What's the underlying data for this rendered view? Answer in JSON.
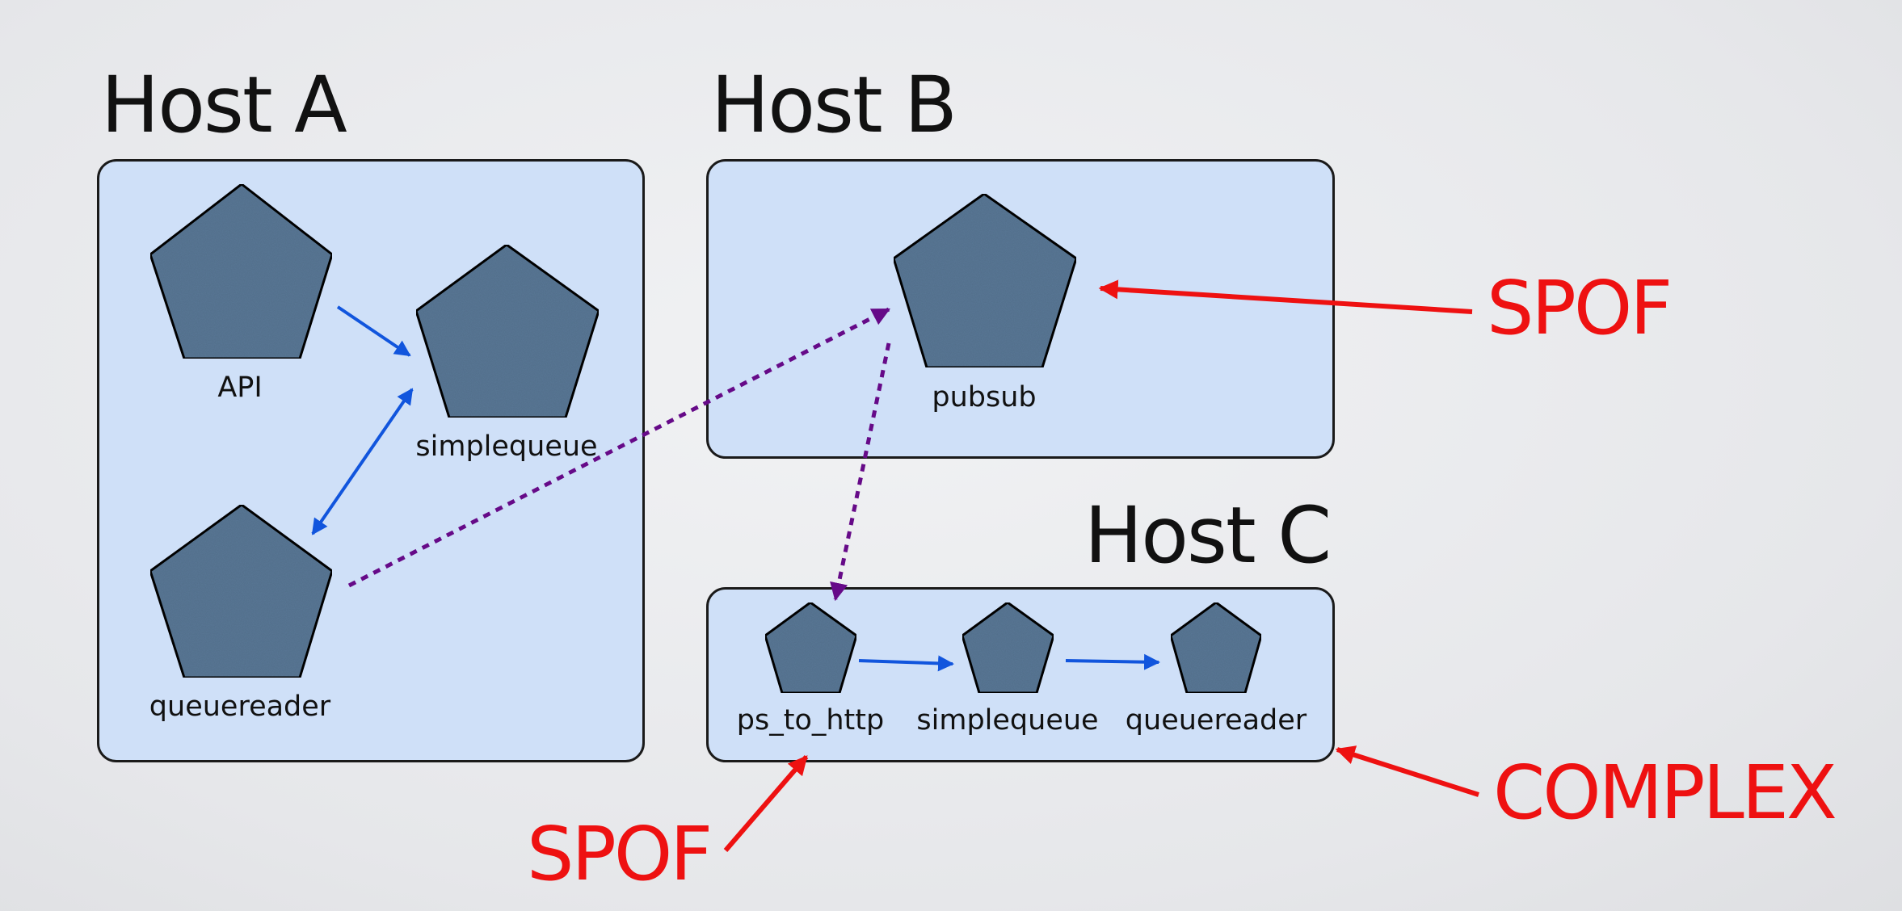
{
  "hosts": {
    "a": {
      "title": "Host A"
    },
    "b": {
      "title": "Host B"
    },
    "c": {
      "title": "Host C"
    }
  },
  "nodes": {
    "api": "API",
    "simplequeue_a": "simplequeue",
    "queuereader_a": "queuereader",
    "pubsub": "pubsub",
    "ps_to_http": "ps_to_http",
    "simplequeue_c": "simplequeue",
    "queuereader_c": "queuereader"
  },
  "callouts": {
    "spof_pubsub": "SPOF",
    "spof_ps_to_http": "SPOF",
    "complex": "COMPLEX"
  },
  "colors": {
    "host_fill": "#cfe0f8",
    "node_fill": "#5a7896",
    "local_arrow": "#1155dd",
    "remote_arrow": "#660a88",
    "callout": "#ee1111"
  },
  "icons": {
    "node": "pentagon-icon"
  }
}
